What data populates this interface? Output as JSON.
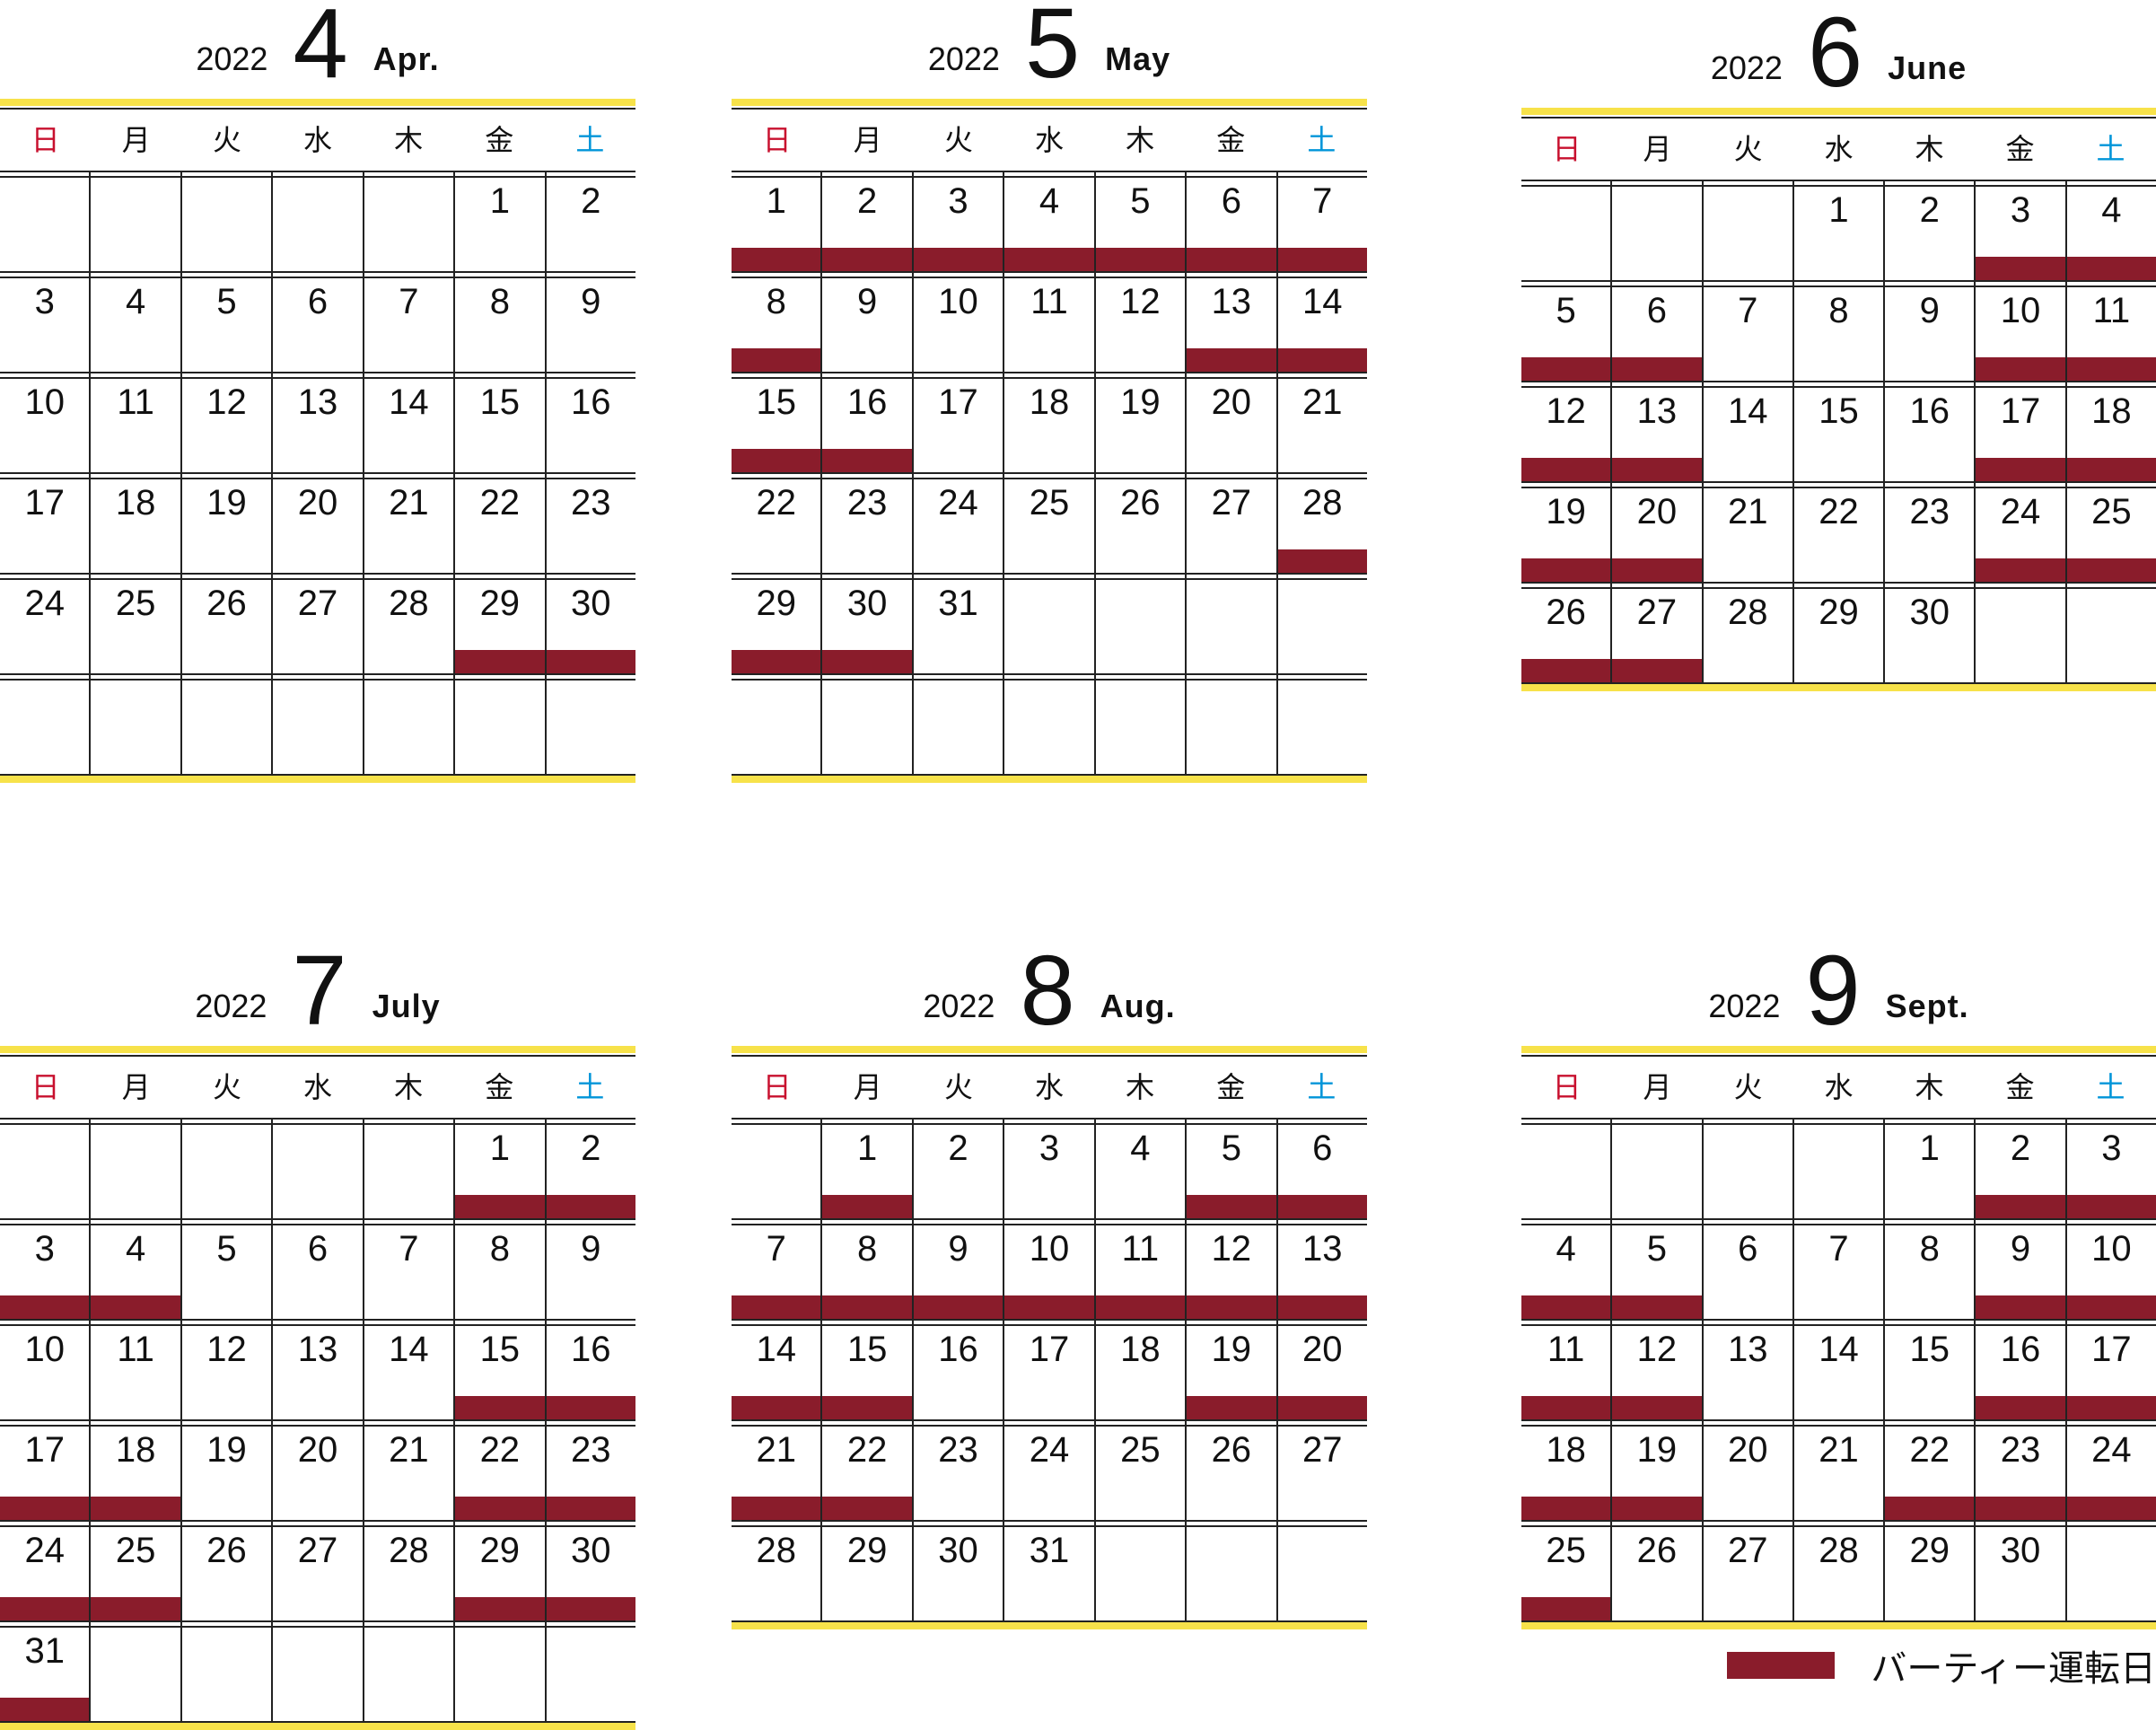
{
  "colors": {
    "sunday": "#c8102e",
    "saturday": "#0095d9",
    "highlight": "#8a1c2b",
    "accent": "#f7e24a"
  },
  "weekdays": [
    "日",
    "月",
    "火",
    "水",
    "木",
    "金",
    "土"
  ],
  "legend": {
    "label": "バーティー運転日"
  },
  "months": [
    {
      "year": "2022",
      "month": "4",
      "name": "Apr.",
      "startWeekday": 5,
      "days": 30,
      "weeks": 6,
      "highlight": [
        29,
        30
      ]
    },
    {
      "year": "2022",
      "month": "5",
      "name": "May",
      "startWeekday": 0,
      "days": 31,
      "weeks": 6,
      "highlight": [
        1,
        2,
        3,
        4,
        5,
        6,
        7,
        8,
        13,
        14,
        15,
        16,
        28,
        29,
        30
      ]
    },
    {
      "year": "2022",
      "month": "6",
      "name": "June",
      "startWeekday": 3,
      "days": 30,
      "weeks": 5,
      "highlight": [
        3,
        4,
        5,
        6,
        10,
        11,
        12,
        13,
        17,
        18,
        19,
        20,
        24,
        25,
        26,
        27
      ]
    },
    {
      "year": "2022",
      "month": "7",
      "name": "July",
      "startWeekday": 5,
      "days": 31,
      "weeks": 6,
      "highlight": [
        1,
        2,
        3,
        4,
        15,
        16,
        17,
        18,
        22,
        23,
        24,
        25,
        29,
        30,
        31
      ]
    },
    {
      "year": "2022",
      "month": "8",
      "name": "Aug.",
      "startWeekday": 1,
      "days": 31,
      "weeks": 5,
      "highlight": [
        1,
        5,
        6,
        7,
        8,
        9,
        10,
        11,
        12,
        13,
        14,
        15,
        19,
        20,
        21,
        22
      ]
    },
    {
      "year": "2022",
      "month": "9",
      "name": "Sept.",
      "startWeekday": 4,
      "days": 30,
      "weeks": 5,
      "highlight": [
        2,
        3,
        4,
        5,
        9,
        10,
        11,
        12,
        16,
        17,
        18,
        19,
        22,
        23,
        24,
        25
      ]
    }
  ]
}
